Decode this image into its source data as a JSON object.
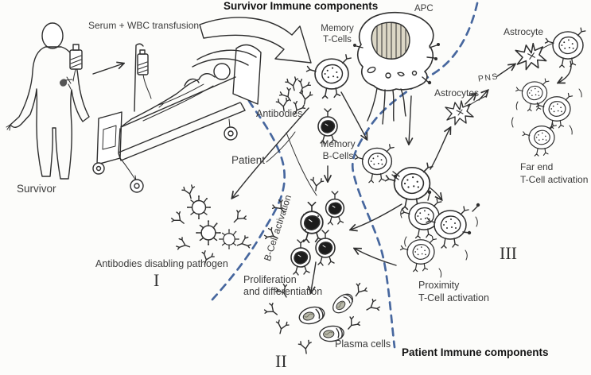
{
  "diagram": {
    "title_top": "Survivor Immune components",
    "title_bottom": "Patient Immune components",
    "labels": {
      "serum_transfusion": "Serum + WBC transfusion",
      "survivor": "Survivor",
      "patient": "Patient",
      "memory_t": "Memory\nT-Cells",
      "apc": "APC",
      "antibodies": "Antibodies",
      "memory_b": "Memory\nB-Cells",
      "astrocytes_mid": "Astrocytes",
      "pns": "PNS",
      "astrocyte_right": "Astrocyte",
      "far_end": "Far end\nT-Cell activation",
      "b_cell_activation": "B-Cell activation",
      "antibodies_disabling": "Antibodies disabling pathogen",
      "proliferation": "Proliferation\nand differentiation",
      "plasma_cells": "Plasma cells",
      "proximity": "Proximity\nT-Cell activation"
    },
    "regions": {
      "i": "I",
      "ii": "II",
      "iii": "III"
    },
    "colors": {
      "divider_dash": "#47679e",
      "ink": "#2e2e2e",
      "text": "#3b3b3b"
    }
  }
}
